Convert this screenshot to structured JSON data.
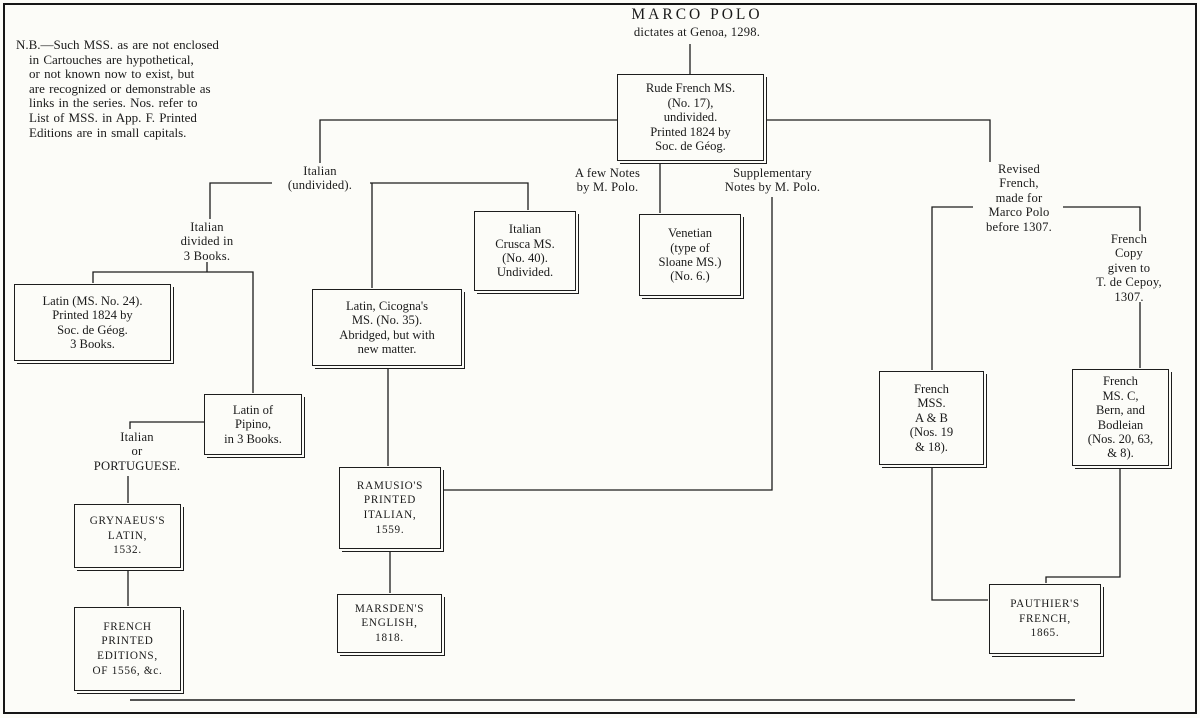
{
  "colors": {
    "ink": "#1c1c1c",
    "paper": "#fcfcf8"
  },
  "note": {
    "lines": [
      "N.B.—Such MSS. as are not enclosed",
      "in Cartouches are hypothetical,",
      "or not known now to exist, but",
      "are recognized or demonstrable as",
      "links in the series.  Nos. refer to",
      "List of MSS. in App. F.  Printed",
      "Editions are in small capitals."
    ]
  },
  "nodes": {
    "marco_polo": {
      "lines": [
        "MARCO POLO",
        "dictates at Genoa, 1298."
      ]
    },
    "rude_french": {
      "lines": [
        "Rude French MS.",
        "(No. 17),",
        "undivided.",
        "Printed 1824 by",
        "Soc. de Géog."
      ]
    },
    "italian_undivided": {
      "lines": [
        "Italian",
        "(undivided)."
      ]
    },
    "a_few_notes": {
      "lines": [
        "A few Notes",
        "by M. Polo."
      ]
    },
    "supplementary": {
      "lines": [
        "Supplementary",
        "Notes by M. Polo."
      ]
    },
    "revised_french": {
      "lines": [
        "Revised",
        "French,",
        "made for",
        "Marco Polo",
        "before 1307."
      ]
    },
    "italian_divided": {
      "lines": [
        "Italian",
        "divided in",
        "3 Books."
      ]
    },
    "crusca": {
      "lines": [
        "Italian",
        "Crusca MS.",
        "(No. 40).",
        "Undivided."
      ]
    },
    "venetian": {
      "lines": [
        "Venetian",
        "(type of",
        "Sloane MS.)",
        "(No. 6.)"
      ]
    },
    "french_copy": {
      "lines": [
        "French",
        "Copy",
        "given to",
        "T. de Cepoy,",
        "1307."
      ]
    },
    "latin_ms24": {
      "lines": [
        "Latin (MS. No. 24).",
        "Printed 1824 by",
        "Soc. de Géog.",
        "3 Books."
      ]
    },
    "cicogna": {
      "lines": [
        "Latin, Cicogna's",
        "MS. (No. 35).",
        "Abridged, but with",
        "new matter."
      ]
    },
    "pipino": {
      "lines": [
        "Latin of",
        "Pipino,",
        "in 3 Books."
      ]
    },
    "italian_portuguese": {
      "lines": [
        "Italian",
        "or",
        "PORTUGUESE."
      ]
    },
    "french_mss_ab": {
      "lines": [
        "French",
        "MSS.",
        "A & B",
        "(Nos. 19",
        "& 18)."
      ]
    },
    "french_ms_c": {
      "lines": [
        "French",
        "MS. C,",
        "Bern, and",
        "Bodleian",
        "(Nos. 20, 63,",
        "& 8)."
      ]
    },
    "grynaeus": {
      "lines": [
        "GRYNAEUS'S",
        "LATIN,",
        "1532."
      ]
    },
    "ramusio": {
      "lines": [
        "RAMUSIO'S",
        "PRINTED",
        "ITALIAN,",
        "1559."
      ]
    },
    "french_printed": {
      "lines": [
        "FRENCH",
        "PRINTED",
        "EDITIONS,",
        "OF 1556, &c."
      ]
    },
    "marsden": {
      "lines": [
        "MARSDEN'S",
        "ENGLISH,",
        "1818."
      ]
    },
    "pauthier": {
      "lines": [
        "PAUTHIER'S",
        "FRENCH,",
        "1865."
      ]
    }
  }
}
